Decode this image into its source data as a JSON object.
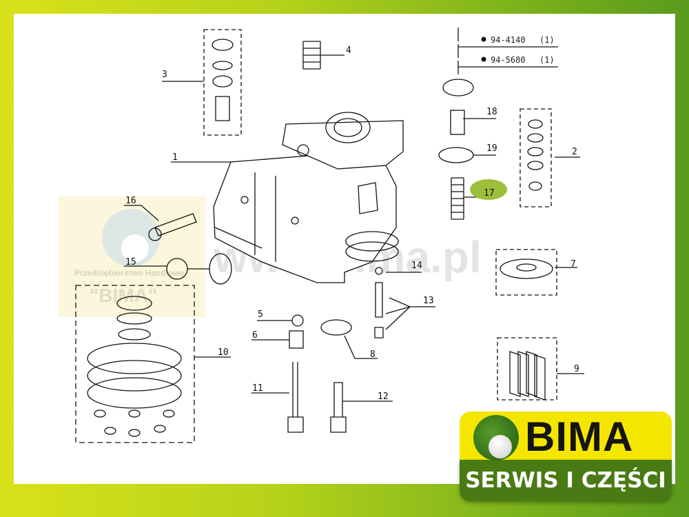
{
  "diagram": {
    "part_labels": [
      "1",
      "2",
      "3",
      "4",
      "5",
      "6",
      "7",
      "8",
      "9",
      "10",
      "11",
      "12",
      "13",
      "14",
      "15",
      "16",
      "17",
      "18",
      "19"
    ],
    "part_numbers": [
      {
        "code": "94-4140",
        "qty": "(1)"
      },
      {
        "code": "94-5680",
        "qty": "(1)"
      }
    ],
    "highlighted_label": "17",
    "highlight_color": "#9bbf3a"
  },
  "watermark": {
    "url": "www.bima.pl",
    "company_line": "Przedsiębiorstwo Handlowe",
    "company_name": "\"BIMA\""
  },
  "logo": {
    "brand": "BIMA",
    "tagline": "SERWIS I CZĘŚCI"
  },
  "colors": {
    "frame_yellow": "#d8e21a",
    "frame_green": "#5a9a1c",
    "logo_yellow": "#f5e600",
    "logo_green": "#4a7a14"
  }
}
